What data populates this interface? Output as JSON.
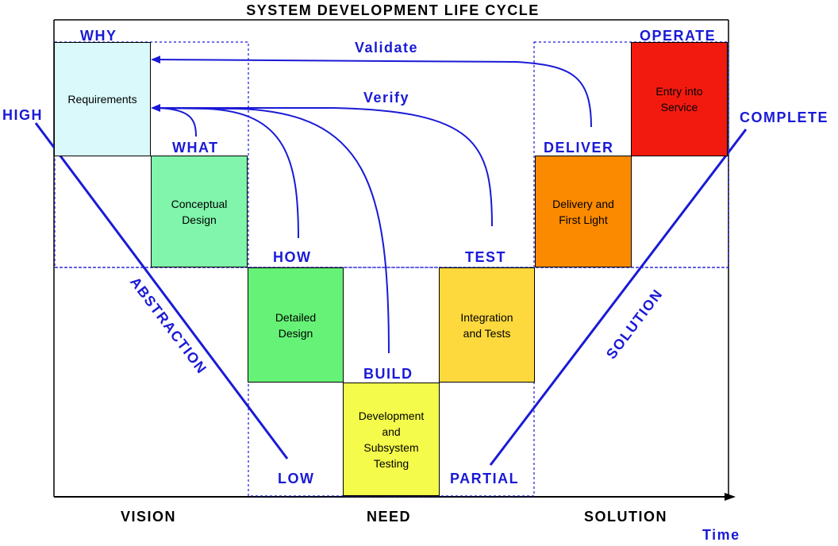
{
  "title": "SYSTEM DEVELOPMENT LIFE CYCLE",
  "phases": {
    "why": "WHY",
    "what": "WHAT",
    "how": "HOW",
    "build": "BUILD",
    "test": "TEST",
    "deliver": "DELIVER",
    "operate": "OPERATE"
  },
  "boxes": {
    "requirements": {
      "label": "Requirements",
      "color": "#d9f9fb"
    },
    "conceptual": {
      "label": "Conceptual\nDesign",
      "color": "#80f5ab"
    },
    "detailed": {
      "label": "Detailed\nDesign",
      "color": "#66f277"
    },
    "development": {
      "label": "Development\nand\nSubsystem\nTesting",
      "color": "#f5fb4a"
    },
    "integration": {
      "label": "Integration\nand Tests",
      "color": "#fdd93d"
    },
    "delivery": {
      "label": "Delivery and\nFirst Light",
      "color": "#fb8a00"
    },
    "service": {
      "label": "Entry into\nService",
      "color": "#f21a0f"
    }
  },
  "feedback": {
    "validate": "Validate",
    "verify": "Verify"
  },
  "axes": {
    "high": "HIGH",
    "low": "LOW",
    "abstraction": "ABSTRACTION",
    "complete": "COMPLETE",
    "partial": "PARTIAL",
    "solution_axis": "SOLUTION",
    "time": "Time"
  },
  "x_categories": {
    "vision": "VISION",
    "need": "NEED",
    "solution": "SOLUTION"
  },
  "colors": {
    "accent_blue": "#1a1ad6",
    "dotted_blue": "#1a1ad6"
  }
}
